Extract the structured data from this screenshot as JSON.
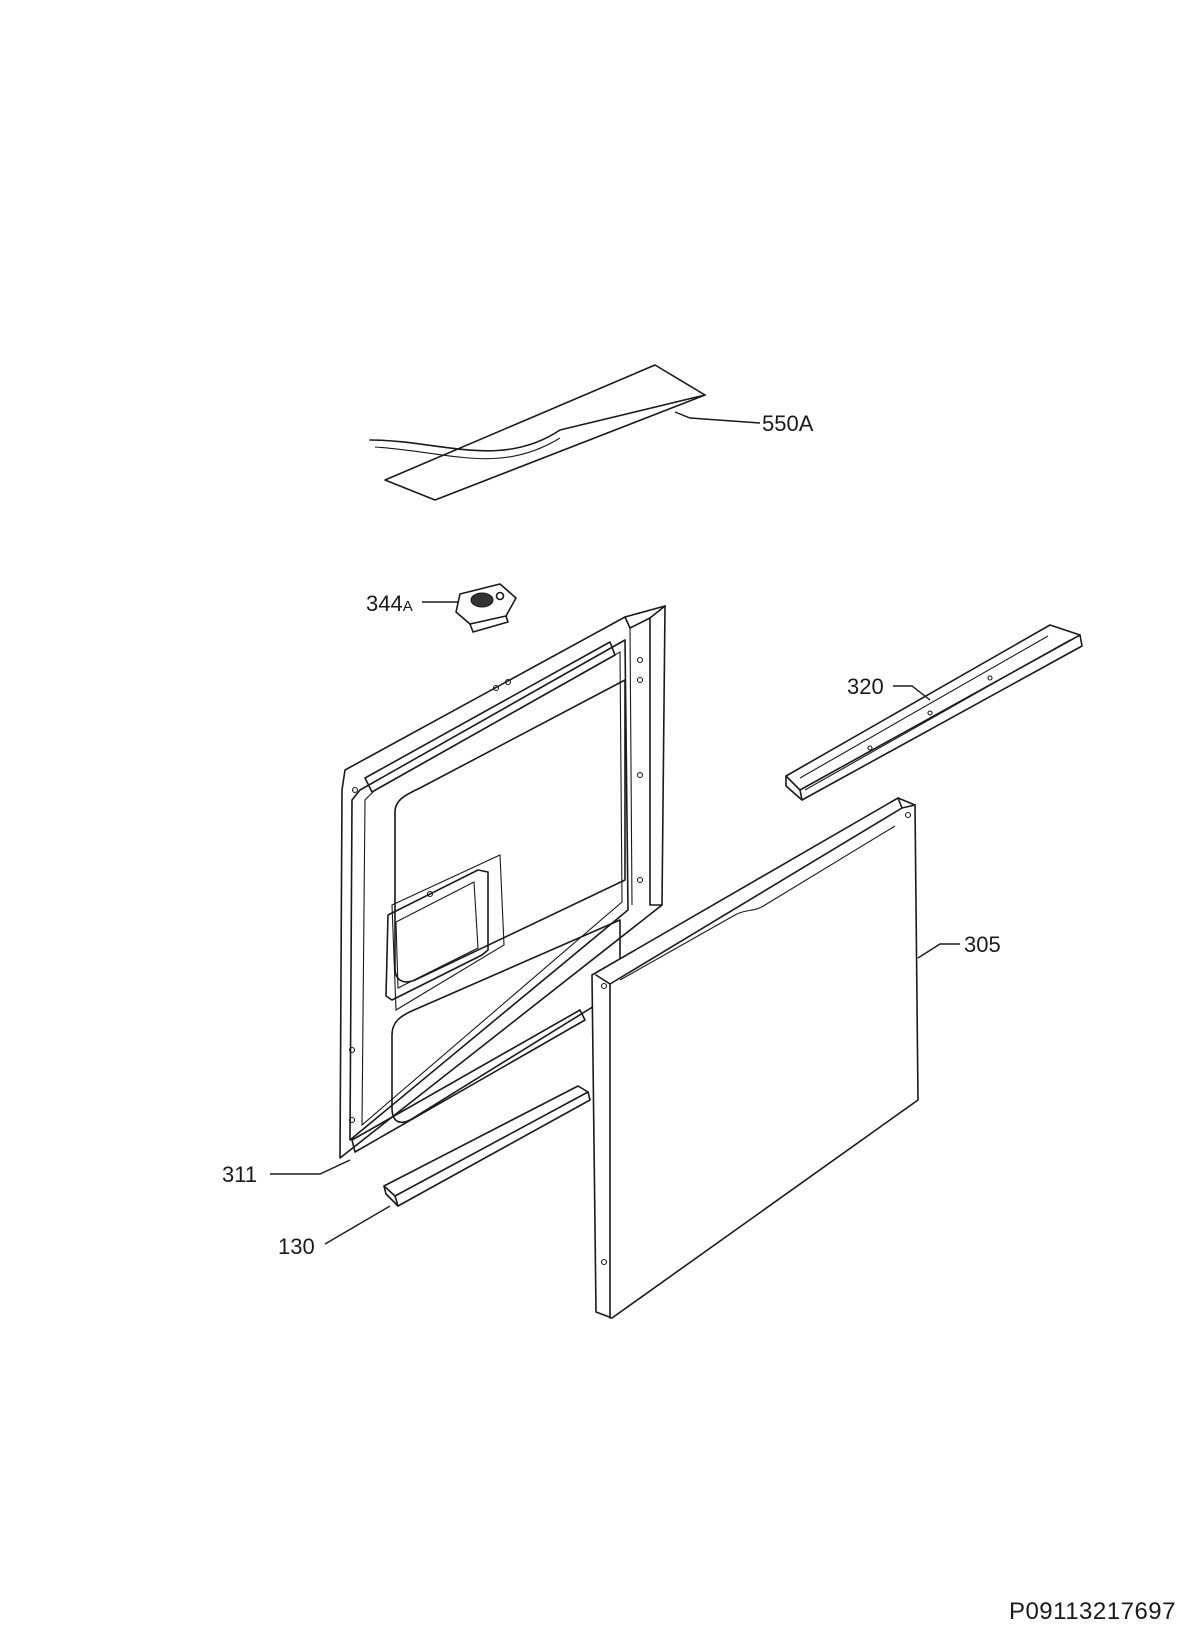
{
  "parts": [
    {
      "id": "550a",
      "number": "550A"
    },
    {
      "id": "344a",
      "number": "344",
      "suffix": "A"
    },
    {
      "id": "320",
      "number": "320"
    },
    {
      "id": "305",
      "number": "305"
    },
    {
      "id": "311",
      "number": "311"
    },
    {
      "id": "130",
      "number": "130"
    }
  ],
  "document_id": "P09113217697"
}
